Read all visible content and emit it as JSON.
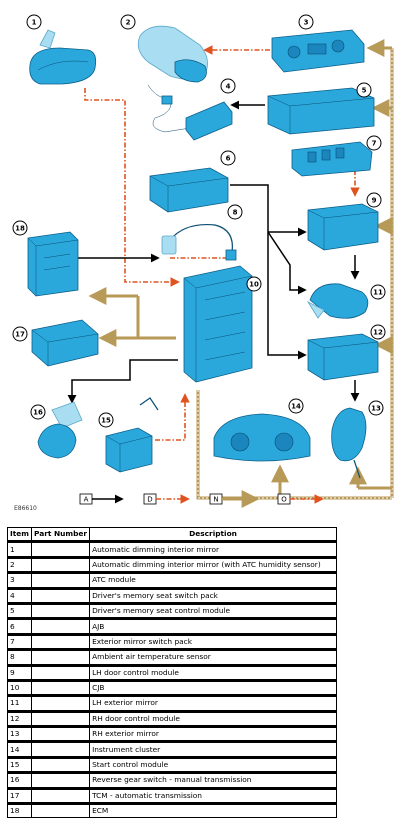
{
  "figure_id": "E86610",
  "callouts": [
    "1",
    "2",
    "3",
    "4",
    "5",
    "6",
    "7",
    "8",
    "9",
    "10",
    "11",
    "12",
    "13",
    "14",
    "15",
    "16",
    "17",
    "18"
  ],
  "legend": [
    {
      "code": "A",
      "style": "solid-black"
    },
    {
      "code": "D",
      "style": "dash-dot-orange"
    },
    {
      "code": "N",
      "style": "tan-double"
    },
    {
      "code": "O",
      "style": "dash-dot-orange"
    }
  ],
  "colors": {
    "component": "#2aa8dc",
    "line_a": "#000000",
    "line_d": "#e0531f",
    "line_n": "#b89a58"
  },
  "table": {
    "headers": [
      "Item",
      "Part Number",
      "Description"
    ],
    "rows": [
      {
        "item": "1",
        "part": "",
        "desc": "Automatic dimming interior mirror"
      },
      {
        "item": "2",
        "part": "",
        "desc": "Automatic dimming interior mirror (with ATC humidity sensor)"
      },
      {
        "item": "3",
        "part": "",
        "desc": "ATC module"
      },
      {
        "item": "4",
        "part": "",
        "desc": "Driver's memory seat switch pack"
      },
      {
        "item": "5",
        "part": "",
        "desc": "Driver's memory seat control module"
      },
      {
        "item": "6",
        "part": "",
        "desc": "AJB"
      },
      {
        "item": "7",
        "part": "",
        "desc": "Exterior mirror switch pack"
      },
      {
        "item": "8",
        "part": "",
        "desc": "Ambient air temperature sensor"
      },
      {
        "item": "9",
        "part": "",
        "desc": "LH door control module"
      },
      {
        "item": "10",
        "part": "",
        "desc": "CJB"
      },
      {
        "item": "11",
        "part": "",
        "desc": "LH exterior mirror"
      },
      {
        "item": "12",
        "part": "",
        "desc": "RH door control module"
      },
      {
        "item": "13",
        "part": "",
        "desc": "RH exterior mirror"
      },
      {
        "item": "14",
        "part": "",
        "desc": "Instrument cluster"
      },
      {
        "item": "15",
        "part": "",
        "desc": "Start control module"
      },
      {
        "item": "16",
        "part": "",
        "desc": "Reverse gear switch - manual transmission"
      },
      {
        "item": "17",
        "part": "",
        "desc": "TCM - automatic transmission"
      },
      {
        "item": "18",
        "part": "",
        "desc": "ECM"
      }
    ]
  }
}
